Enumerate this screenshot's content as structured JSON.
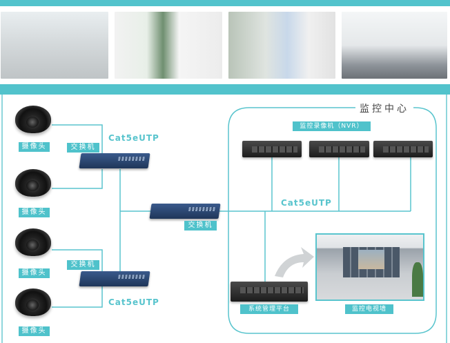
{
  "photos": [
    "control-room-photo",
    "medical-staff-monitor-photo",
    "pharmacy-photo",
    "laboratory-photo"
  ],
  "cameras": [
    {
      "label": "摄像头"
    },
    {
      "label": "摄像头"
    },
    {
      "label": "摄像头"
    },
    {
      "label": "摄像头"
    }
  ],
  "switches": {
    "top": "交换机",
    "bottom": "交换机",
    "center": "交换机"
  },
  "cables": {
    "top": "Cat5eUTP",
    "bottom": "Cat5eUTP",
    "center": "Cat5eUTP"
  },
  "monitoring_center": {
    "title": "监控中心",
    "nvr_label": "监控录像机（NVR）",
    "platform_label": "系统管理平台",
    "video_wall_label": "监控电视墙"
  },
  "colors": {
    "accent": "#52c3cc"
  }
}
